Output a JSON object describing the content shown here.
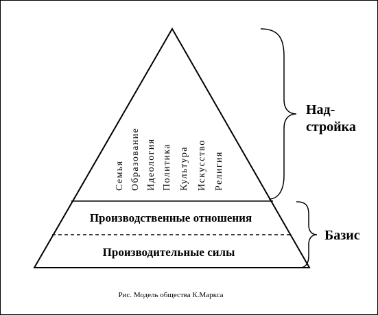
{
  "superstructure": {
    "label_line1": "Над-",
    "label_line2": "стройка",
    "items": [
      "Семья",
      "Образование",
      "Идеология",
      "Политика",
      "Культура",
      "Искусство",
      "Религия"
    ]
  },
  "basis": {
    "label": "Базис",
    "upper_layer": "Производственные отношения",
    "lower_layer": "Производительные силы"
  },
  "caption": "Рис. Модель общества К.Маркса"
}
